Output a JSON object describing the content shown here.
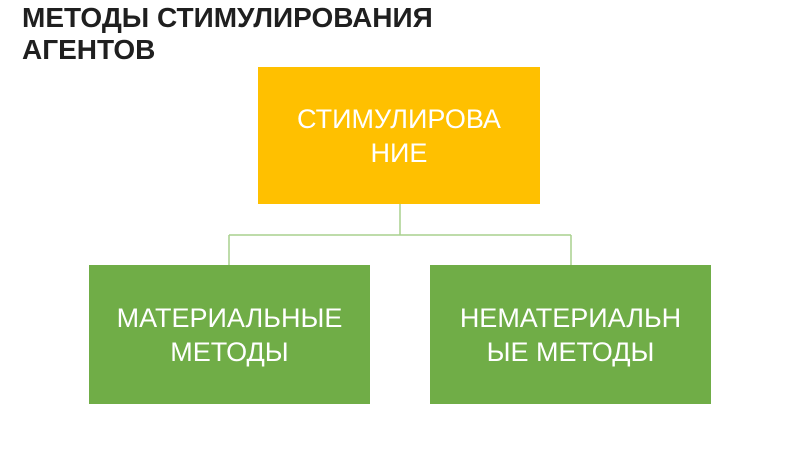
{
  "slide": {
    "title_line1": "МЕТОДЫ СТИМУЛИРОВАНИЯ",
    "title_line2": "АГЕНТОВ"
  },
  "diagram": {
    "root": {
      "line1": "СТИМУЛИРОВА",
      "line2": "НИЕ",
      "color": "#ffc000"
    },
    "children": [
      {
        "line1": "МАТЕРИАЛЬНЫЕ",
        "line2": "МЕТОДЫ",
        "color": "#70ad47"
      },
      {
        "line1": "НЕМАТЕРИАЛЬН",
        "line2": "ЫЕ МЕТОДЫ",
        "color": "#70ad47"
      }
    ],
    "connector_color": "#a9d18e"
  }
}
